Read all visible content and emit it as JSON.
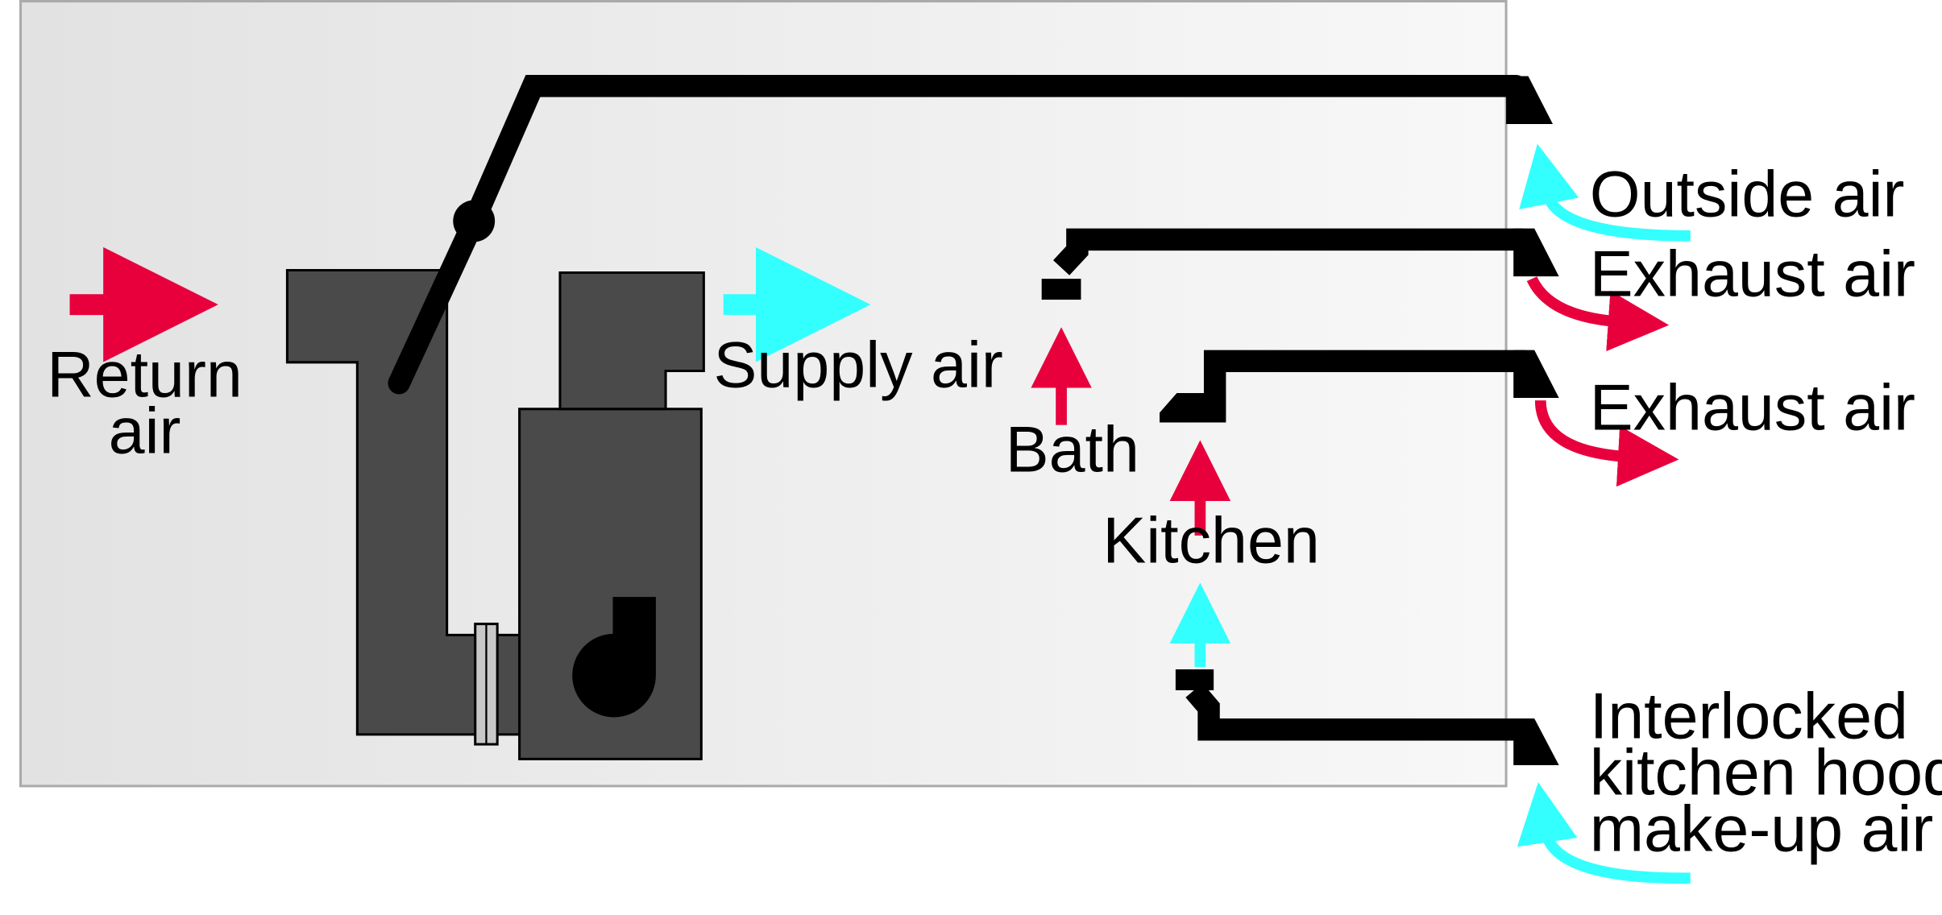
{
  "labels": {
    "return_air_line1": "Return",
    "return_air_line2": "air",
    "supply_air": "Supply air",
    "outside_air": "Outside air",
    "exhaust_air_bath": "Exhaust air",
    "exhaust_air_kitchen": "Exhaust air",
    "bath": "Bath",
    "kitchen": "Kitchen",
    "makeup_line1": "Interlocked",
    "makeup_line2": "kitchen hood",
    "makeup_line3": "make-up air"
  },
  "colors": {
    "return_exhaust_arrow": "#e8003d",
    "supply_fresh_arrow": "#33ffff",
    "unit_body": "#4a4a4a",
    "duct": "#000000",
    "building_outline": "#aaaaaa",
    "building_fill_left": "#e2e2e2",
    "building_fill_right": "#f8f8f8"
  }
}
